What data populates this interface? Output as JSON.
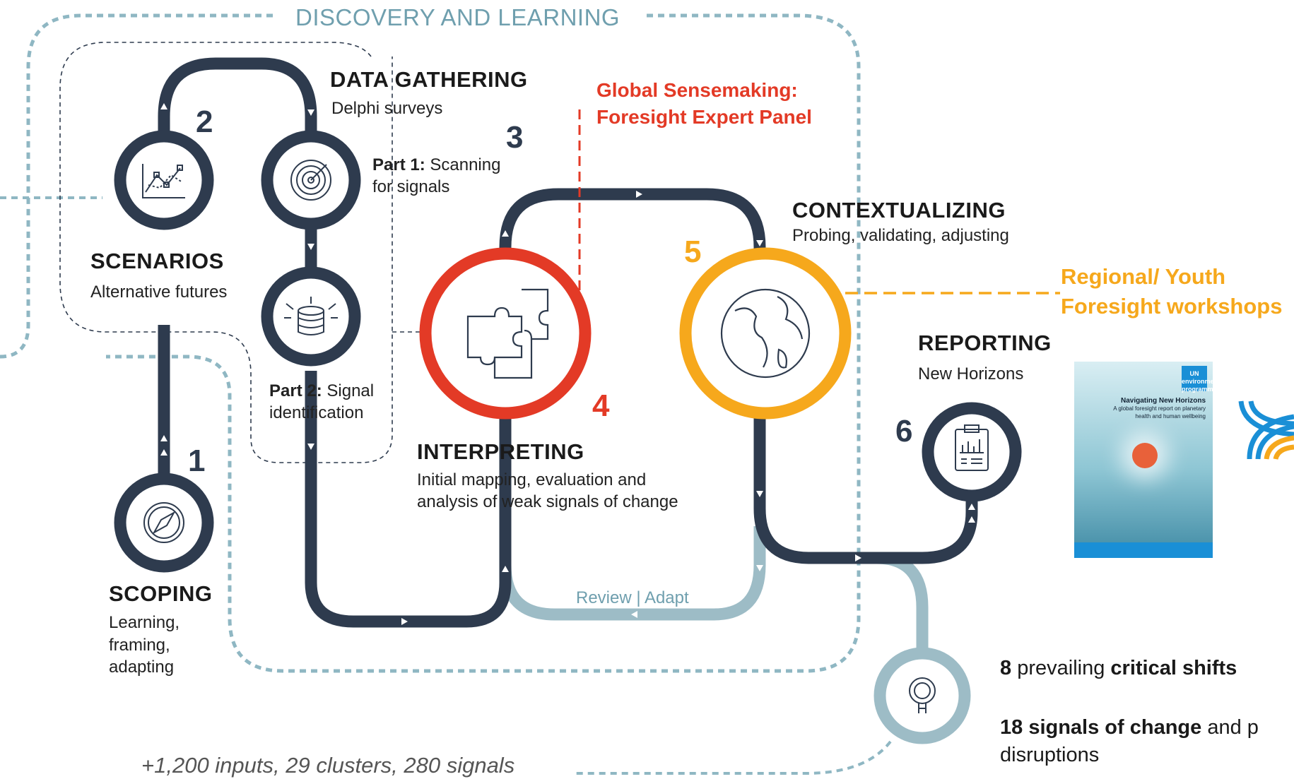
{
  "header": {
    "title": "DISCOVERY AND LEARNING"
  },
  "stages": {
    "data_gathering": {
      "title": "DATA GATHERING",
      "subtitle": "Delphi surveys",
      "number": "2"
    },
    "part1": {
      "bold": "Part 1:",
      "line1": "Scanning",
      "line2": "for signals",
      "number": "3"
    },
    "part2": {
      "bold": "Part 2:",
      "line1": "Signal",
      "line2": "identification"
    },
    "scenarios": {
      "title": "SCENARIOS",
      "subtitle": "Alternative futures"
    },
    "scoping": {
      "title": "SCOPING",
      "line1": "Learning,",
      "line2": "framing,",
      "line3": "adapting",
      "number": "1"
    },
    "interpreting": {
      "title": "INTERPRETING",
      "line1": "Initial mapping, evaluation and",
      "line2": "analysis of weak signals of change",
      "number": "4"
    },
    "contextualizing": {
      "title": "CONTEXTUALIZING",
      "subtitle": "Probing, validating, adjusting",
      "number": "5"
    },
    "reporting": {
      "title": "REPORTING",
      "subtitle": "New Horizons",
      "number": "6"
    }
  },
  "callouts": {
    "sensemaking_line1": "Global Sensemaking:",
    "sensemaking_line2": "Foresight Expert Panel",
    "workshops_line1": "Regional/ Youth",
    "workshops_line2": "Foresight workshops",
    "review": "Review | Adapt"
  },
  "stats": {
    "inputs": "+1,200 inputs, 29 clusters, 280 signals",
    "shifts_num": "8",
    "shifts_mid": "prevailing",
    "shifts_bold": "critical shifts",
    "signals_bold": "18 signals of change",
    "signals_rest": "and p",
    "signals_line2": "disruptions"
  },
  "report_cover": {
    "org": "UN environment programme",
    "title": "Navigating New Horizons",
    "subtitle": "A global foresight report on planetary health and human wellbeing"
  },
  "colors": {
    "navy": "#2e3b4e",
    "red": "#e33a26",
    "orange": "#f6a81c",
    "teal": "#8fb7c3"
  },
  "icons": [
    "chart-icon",
    "radar-icon",
    "database-icon",
    "puzzle-icon",
    "globe-icon",
    "clipboard-icon",
    "compass-icon",
    "magnifier-icon"
  ]
}
